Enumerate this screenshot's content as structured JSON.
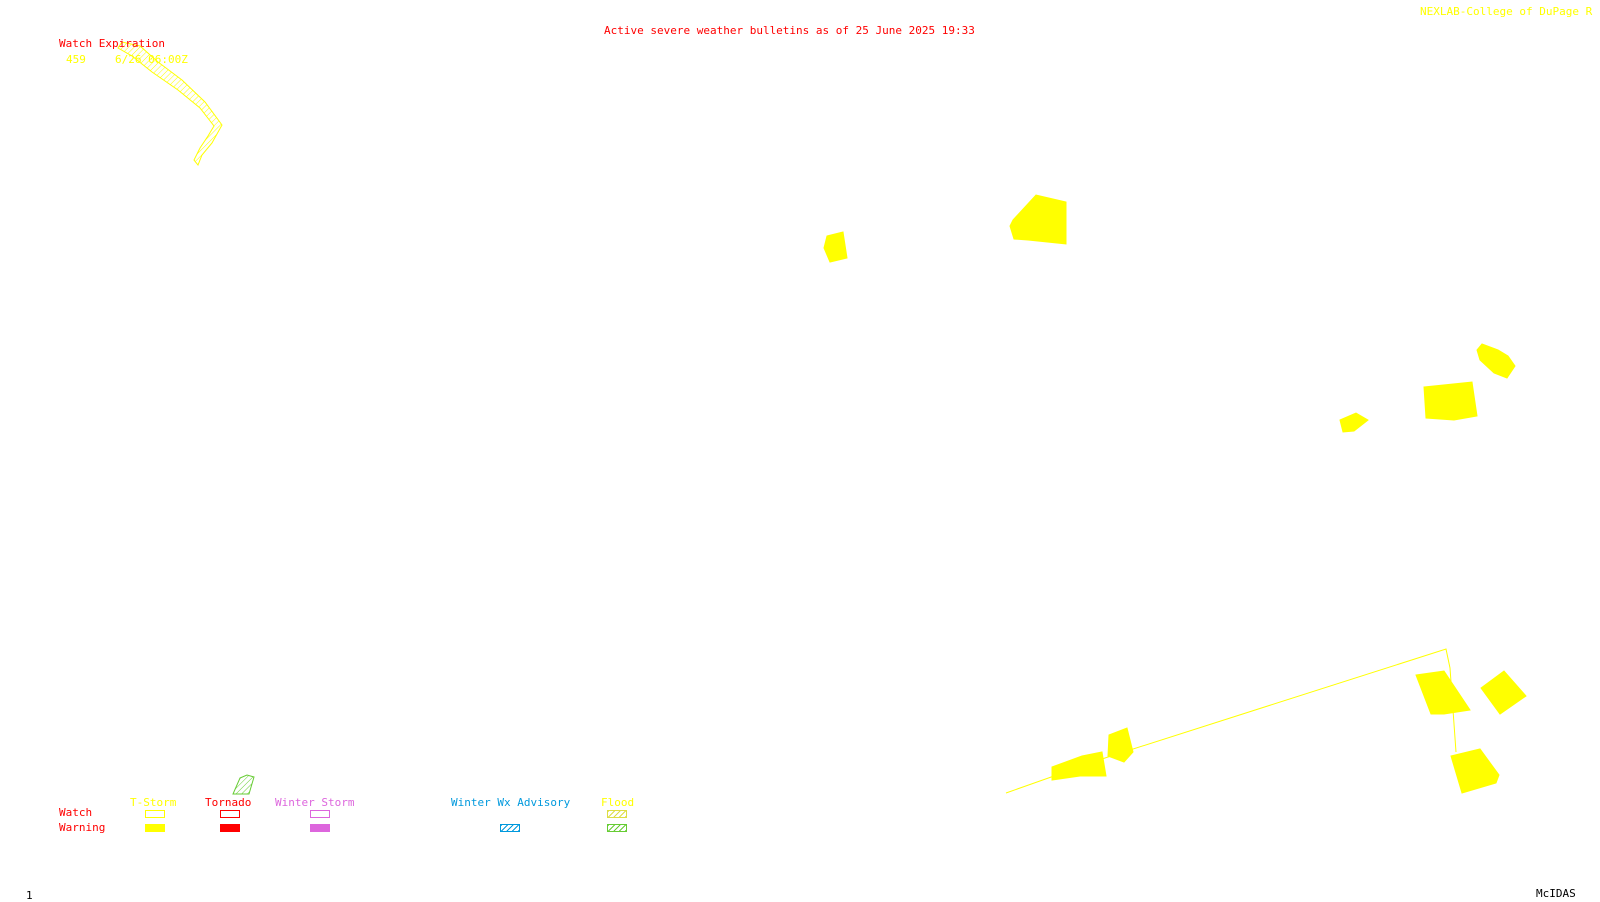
{
  "header": {
    "title": "Active severe weather bulletins as of 25 June 2025 19:33",
    "credit": "NEXLAB-College of DuPage R"
  },
  "watch_expiration": {
    "label": "Watch Expiration",
    "entries": [
      {
        "number": "459",
        "expires": "6/26 06:00Z"
      }
    ]
  },
  "legend": {
    "columns": [
      "T-Storm",
      "Tornado",
      "Winter Storm",
      "Winter Wx Advisory",
      "Flood"
    ],
    "rows": [
      "Watch",
      "Warning"
    ],
    "colors": {
      "tstorm": "#ffff00",
      "tornado": "#ff0000",
      "winter_storm": "#dd66dd",
      "winter_advisory": "#0099dd",
      "flood_watch": "#dddd44",
      "flood_warning": "#66cc33",
      "label": "#ff0000"
    }
  },
  "footer": {
    "frame": "1",
    "software": "McIDAS"
  }
}
